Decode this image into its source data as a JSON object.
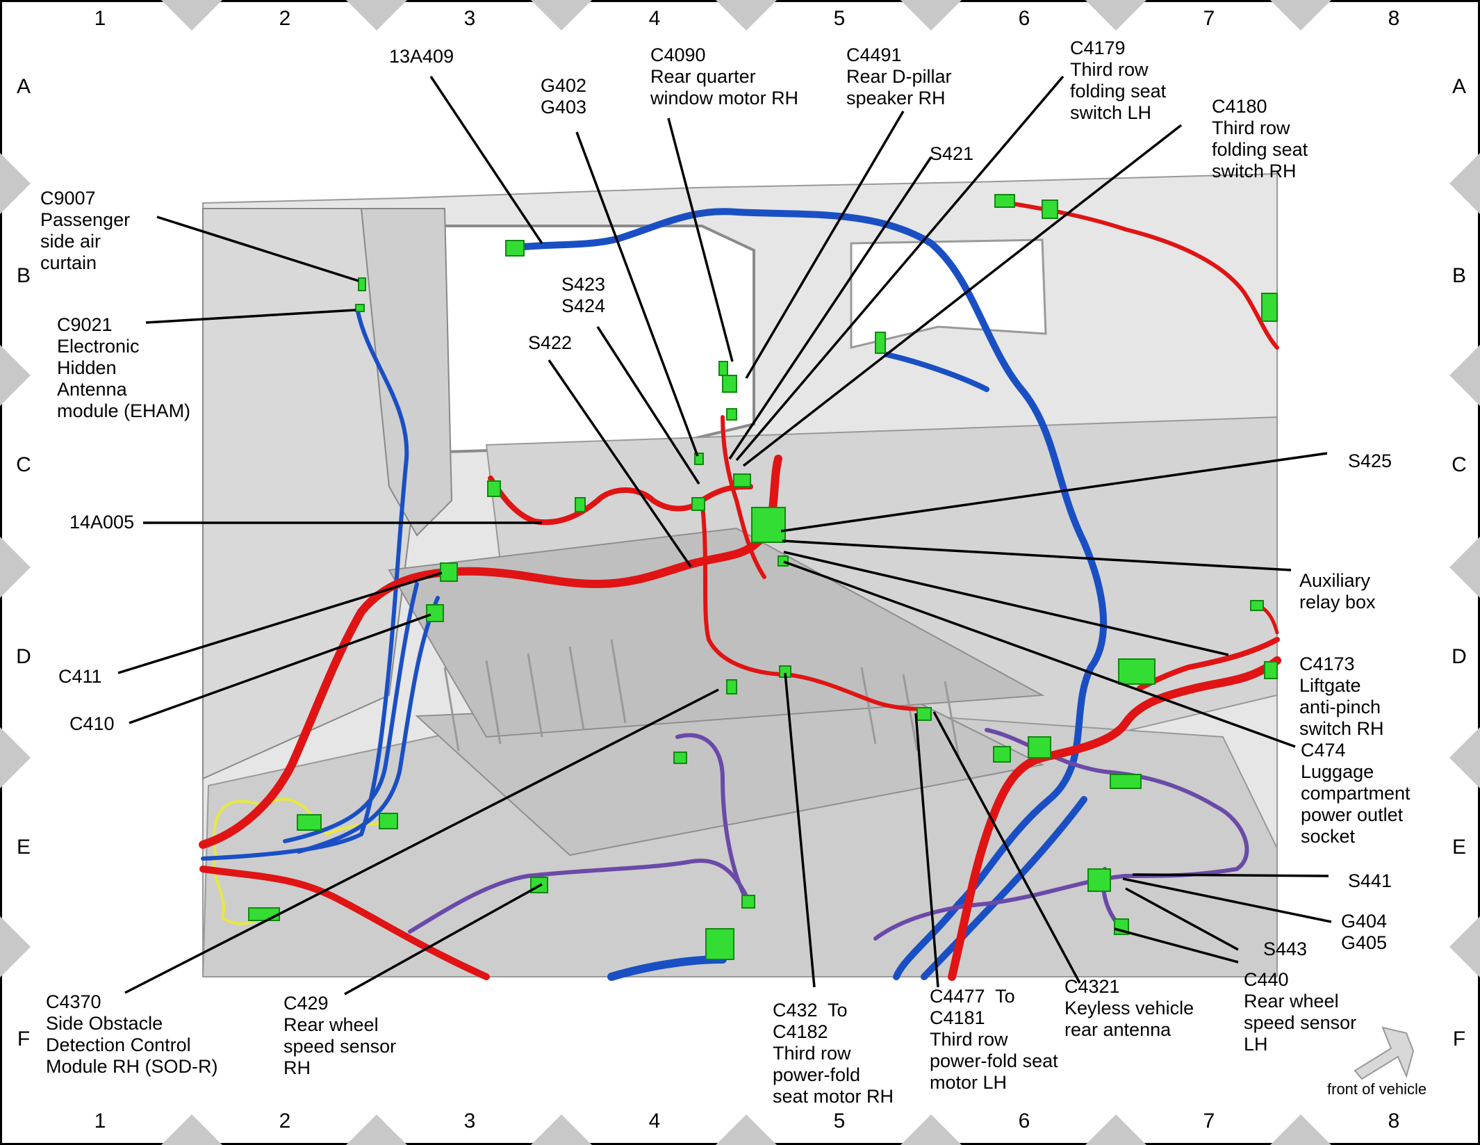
{
  "grid": {
    "columns": [
      "1",
      "2",
      "3",
      "4",
      "5",
      "6",
      "7",
      "8"
    ],
    "rows": [
      "A",
      "B",
      "C",
      "D",
      "E",
      "F"
    ]
  },
  "labels": {
    "l_13a409": "13A409",
    "l_g402": "G402\nG403",
    "l_c4090": "C4090\nRear quarter\nwindow motor RH",
    "l_c4491": "C4491\nRear D-pillar\nspeaker RH",
    "l_c4179": "C4179\nThird row\nfolding seat\nswitch LH",
    "l_c4180": "C4180\nThird row\nfolding seat\nswitch RH",
    "l_s421": "S421",
    "l_c9007": "C9007\nPassenger\nside air\ncurtain",
    "l_c9021": "C9021\nElectronic\nHidden\nAntenna\nmodule (EHAM)",
    "l_s423": "S423\nS424",
    "l_s422": "S422",
    "l_14a005": "14A005",
    "l_s425": "S425",
    "l_aux": "Auxiliary\nrelay box",
    "l_c4173": "C4173\nLiftgate\nanti-pinch\nswitch RH",
    "l_c474": "C474\nLuggage\ncompartment\npower outlet\nsocket",
    "l_c411": "C411",
    "l_c410": "C410",
    "l_s441": "S441",
    "l_g404": "G404\nG405",
    "l_s443": "S443",
    "l_c440": "C440\nRear wheel\nspeed sensor\nLH",
    "l_c4370": "C4370\nSide Obstacle\nDetection Control\nModule RH (SOD-R)",
    "l_c429": "C429\nRear wheel\nspeed sensor\nRH",
    "l_c432": "C432  To\nC4182\nThird row\npower-fold\nseat motor RH",
    "l_c4477": "C4477  To\nC4181\nThird row\npower-fold seat\nmotor LH",
    "l_c4321": "C4321\nKeyless vehicle\nrear antenna"
  },
  "footer": {
    "front_of_vehicle": "front of vehicle"
  },
  "colors": {
    "harness_red": "#e01414",
    "harness_blue": "#1a4fc4",
    "harness_purple": "#6a4aa8",
    "harness_yellow": "#e8e840",
    "connector_green": "#33dd33",
    "body_gray": "#cfcfcf",
    "frame_gray": "#b8b8b8"
  }
}
